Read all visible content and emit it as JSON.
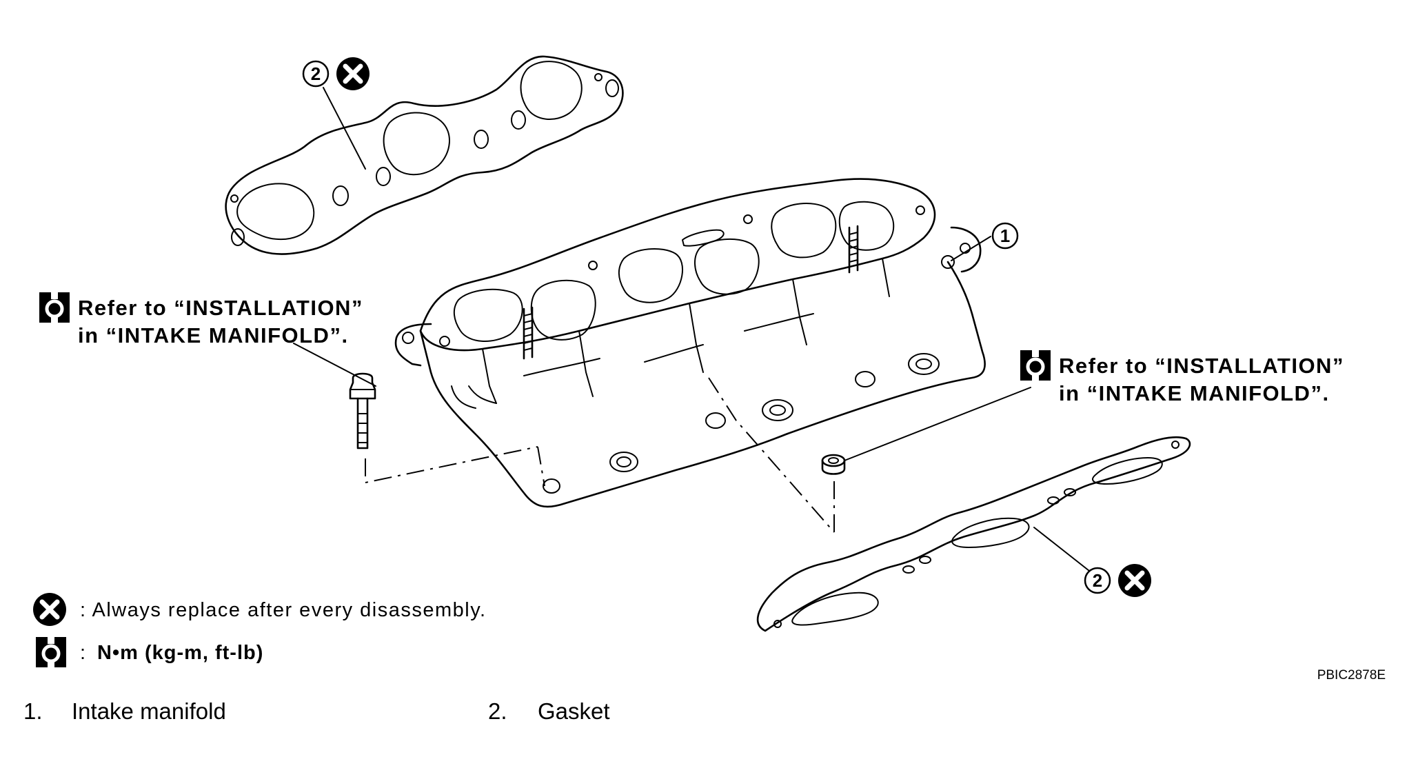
{
  "figure_code": "PBIC2878E",
  "callouts": {
    "part1_number": "1",
    "part2_top_number": "2",
    "part2_bottom_number": "2",
    "torque_left": {
      "line1": "Refer to “INSTALLATION”",
      "line2": "in “INTAKE MANIFOLD”."
    },
    "torque_right": {
      "line1": "Refer to “INSTALLATION”",
      "line2": "in “INTAKE MANIFOLD”."
    }
  },
  "legend": {
    "replace": {
      "icon": "replace-x-icon",
      "text": ": Always replace after every disassembly."
    },
    "torque": {
      "icon": "torque-wrench-icon",
      "text_colon": ":",
      "text": "N•m (kg-m, ft-lb)"
    }
  },
  "parts": [
    {
      "number": "1.",
      "name": "Intake manifold"
    },
    {
      "number": "2.",
      "name": "Gasket"
    }
  ]
}
